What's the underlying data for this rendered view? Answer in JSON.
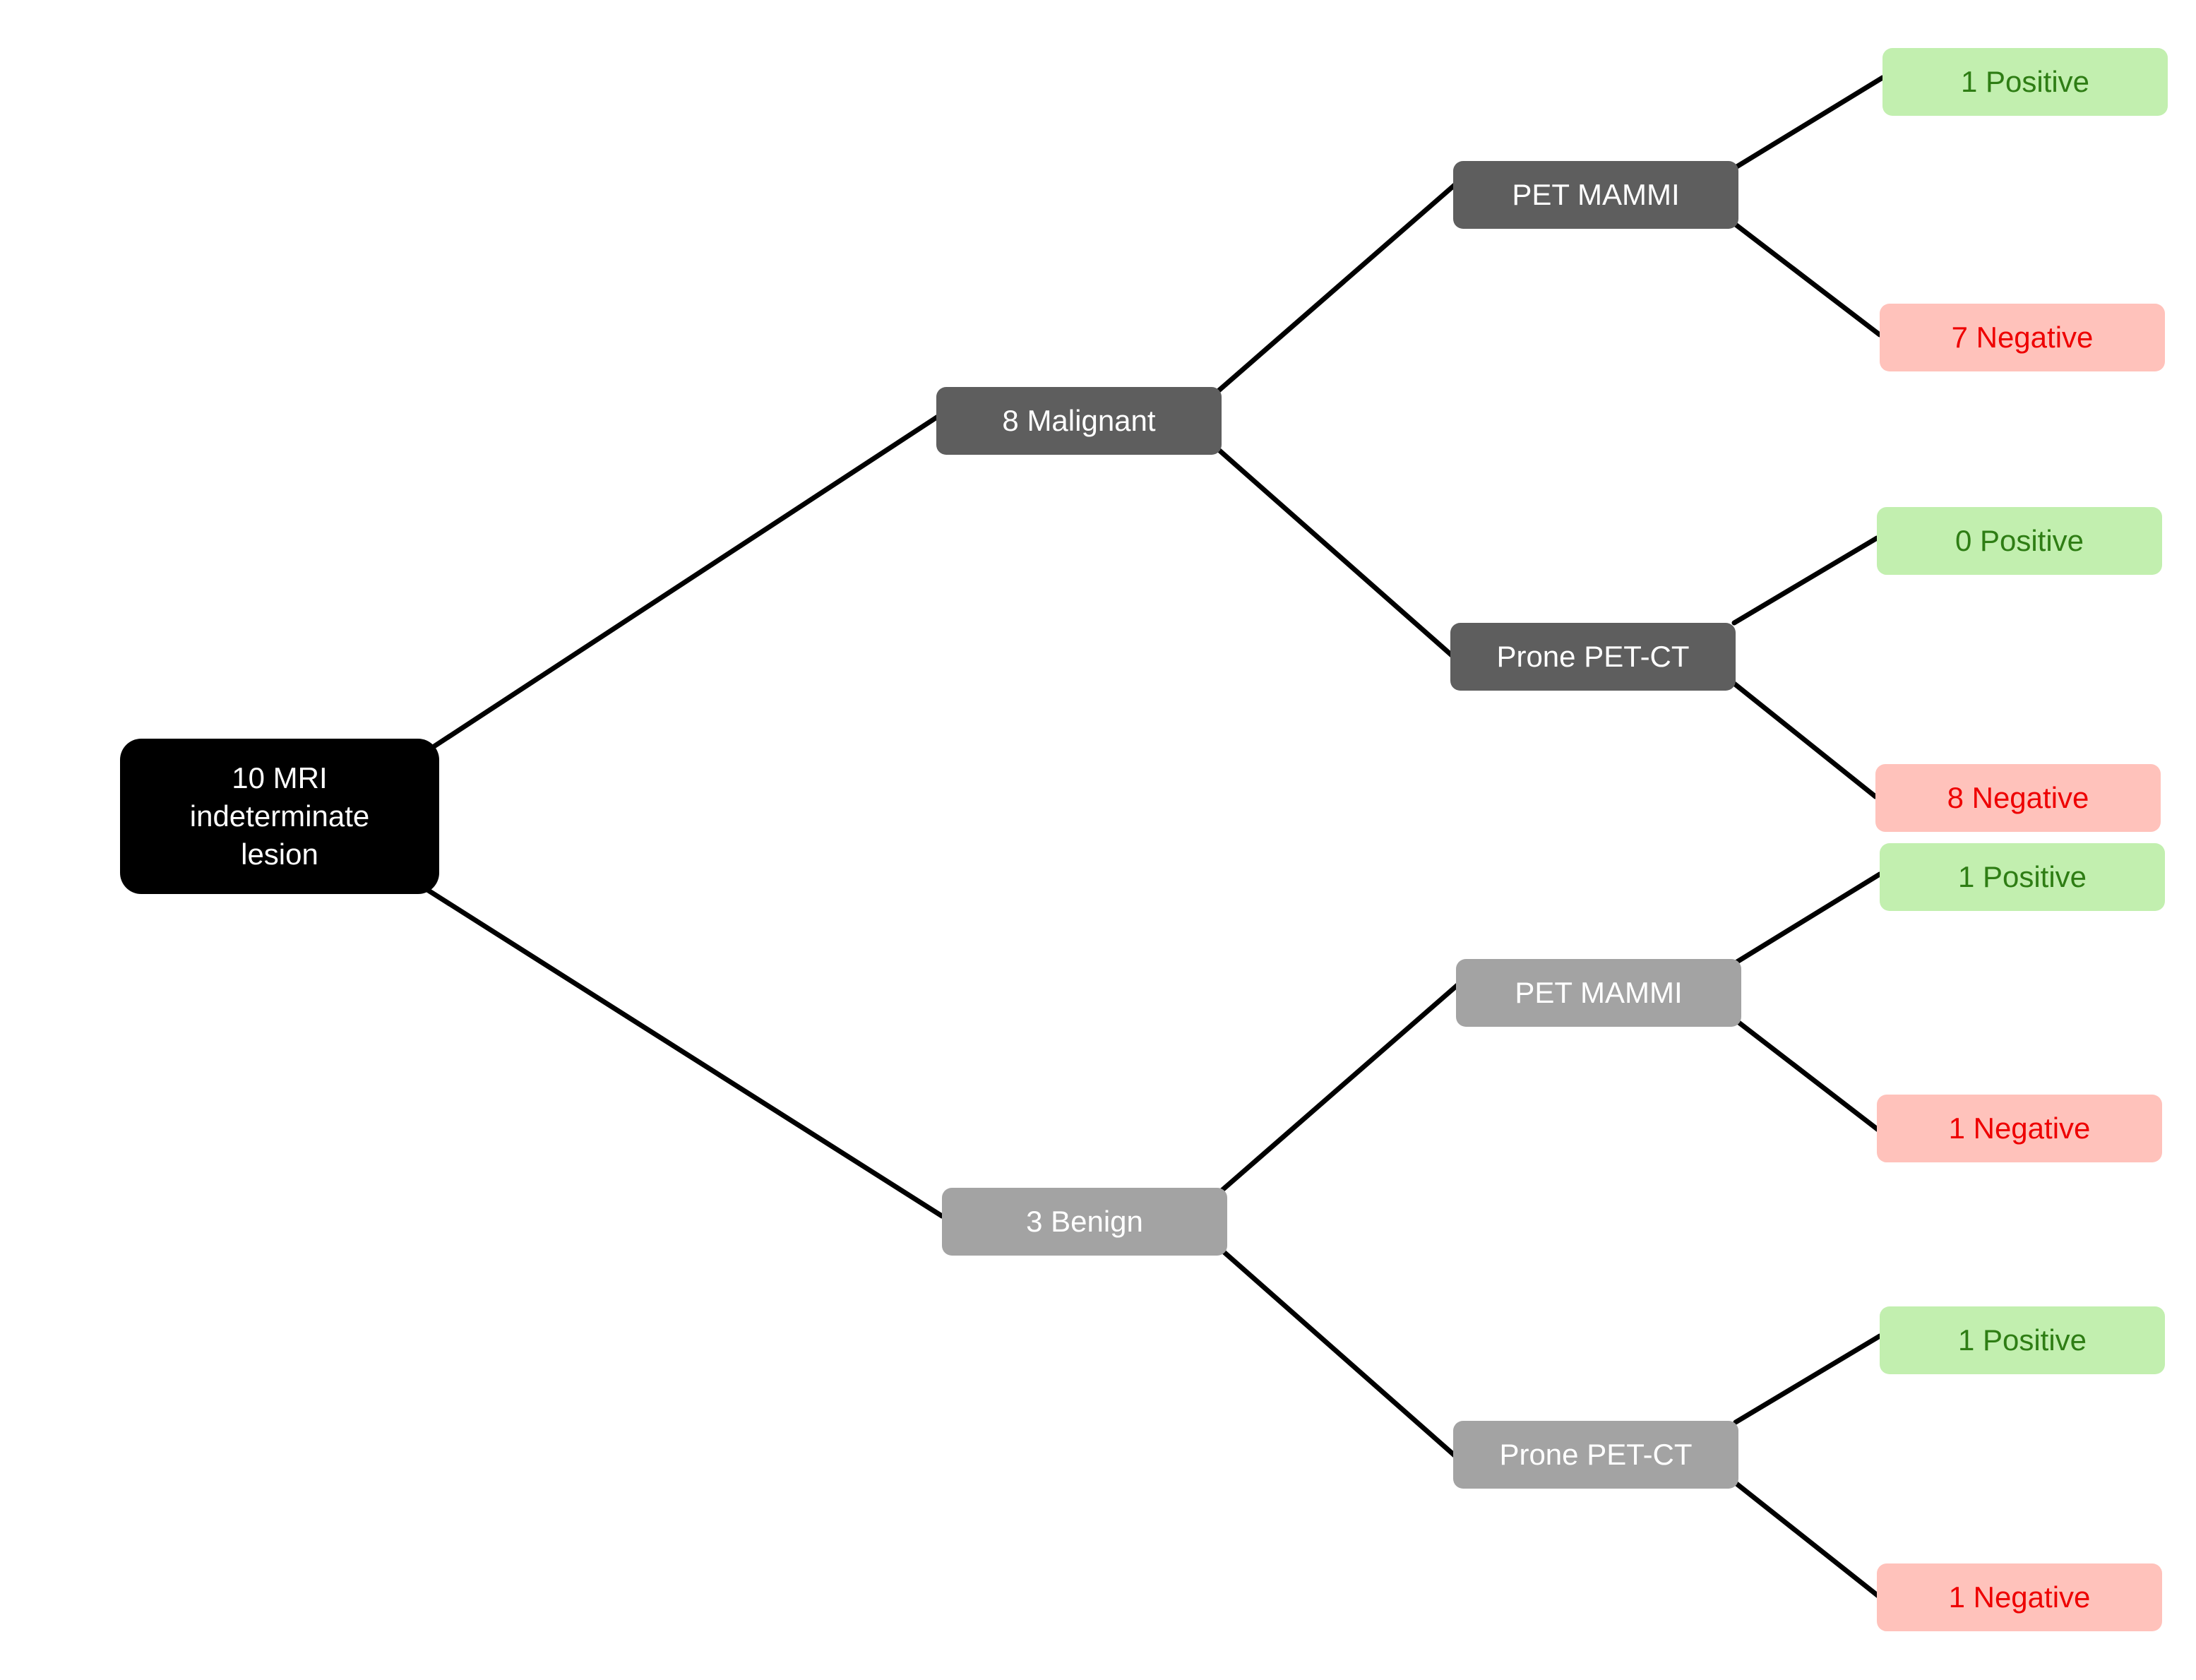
{
  "diagram": {
    "root": {
      "label": "10 MRI\nindeterminate\nlesion"
    },
    "malignant": {
      "label": "8 Malignant",
      "pet_mammi": {
        "label": "PET MAMMI",
        "positive": "1 Positive",
        "negative": "7 Negative"
      },
      "prone_pet_ct": {
        "label": "Prone PET-CT",
        "positive": "0 Positive",
        "negative": "8 Negative"
      }
    },
    "benign": {
      "label": "3 Benign",
      "pet_mammi": {
        "label": "PET MAMMI",
        "positive": "1 Positive",
        "negative": "1 Negative"
      },
      "prone_pet_ct": {
        "label": "Prone PET-CT",
        "positive": "1 Positive",
        "negative": "1 Negative"
      }
    }
  },
  "colors": {
    "root": "#000000",
    "malignant_branch": "#5e5e5e",
    "benign_branch": "#a3a3a3",
    "positive_bg": "#c2efaf",
    "positive_text": "#2e7d14",
    "negative_bg": "#ffc2bb",
    "negative_text": "#ee0000",
    "edge": "#000000"
  }
}
